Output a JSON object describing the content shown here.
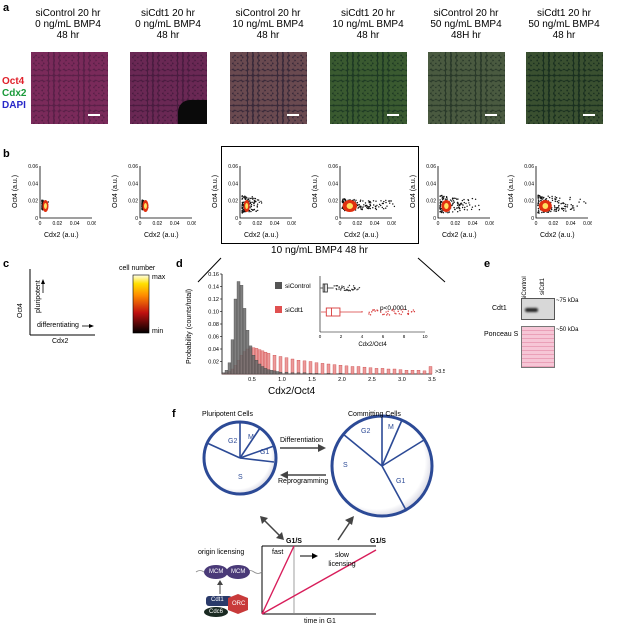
{
  "panels": {
    "a": "a",
    "b": "b",
    "c": "c",
    "d": "d",
    "e": "e",
    "f": "f"
  },
  "panel_a": {
    "headers": [
      {
        "line1": "siControl 20 hr",
        "line2": "0 ng/mL BMP4",
        "line3": "48 hr"
      },
      {
        "line1": "siCdt1 20 hr",
        "line2": "0 ng/mL BMP4",
        "line3": "48 hr"
      },
      {
        "line1": "siControl 20 hr",
        "line2": "10 ng/mL BMP4",
        "line3": "48 hr"
      },
      {
        "line1": "siCdt1 20 hr",
        "line2": "10 ng/mL BMP4",
        "line3": "48 hr"
      },
      {
        "line1": "siControl 20 hr",
        "line2": "50 ng/mL BMP4",
        "line3": "48H hr"
      },
      {
        "line1": "siCdt1 20 hr",
        "line2": "50 ng/mL BMP4",
        "line3": "48 hr"
      }
    ],
    "legend": {
      "oct4": "Oct4",
      "cdx2": "Cdx2",
      "dapi": "DAPI"
    },
    "colors": {
      "oct4": "#e0202a",
      "cdx2": "#1a9a3a",
      "dapi": "#2828c8"
    }
  },
  "panel_b": {
    "ylabel": "Oct4 (a.u.)",
    "xlabel": "Cdx2 (a.u.)",
    "yticks": [
      "0.06",
      "0.04",
      "0.02",
      "0"
    ],
    "xticks": [
      "0",
      "0.02",
      "0.04",
      "0.06"
    ],
    "caption": "10 ng/mL BMP4 48 hr"
  },
  "panel_c": {
    "ylabel": "Oct4",
    "xlabel": "Cdx2",
    "pluripotent": "pluripotent",
    "differentiating": "differentiating",
    "colorbar_title": "cell number",
    "max": "max",
    "min": "min"
  },
  "panel_d": {
    "ylabel": "Probability (counts/total)",
    "xlabel": "Cdx2/Oct4",
    "yticks": [
      "0.16",
      "0.14",
      "0.12",
      "0.10",
      "0.08",
      "0.06",
      "0.04",
      "0.02"
    ],
    "xticks": [
      "0.5",
      "1.0",
      "1.5",
      "2.0",
      "2.5",
      "3.0",
      "3.5"
    ],
    "overflow": ">3.5",
    "legend": [
      "siControl",
      "siCdt1"
    ],
    "pvalue": "p<0.0001",
    "inset_xlabel": "Cdx2/Oct4",
    "inset_xticks": [
      "0",
      "2",
      "4",
      "6",
      "8",
      "10"
    ],
    "colors": {
      "control": "#555555",
      "cdt1": "#d83a3a"
    }
  },
  "panel_e": {
    "lanes": [
      "siControl",
      "siCdt1"
    ],
    "rows": [
      "Cdt1",
      "Ponceau S"
    ],
    "markers": [
      "~75 kDa",
      "~50 kDa"
    ]
  },
  "panel_f": {
    "pluripotent": "Pluripotent Cells",
    "committing": "Committing Cells",
    "differentiation": "Differentiation",
    "reprogramming": "Reprogramming",
    "phases": {
      "g2": "G2",
      "m": "M",
      "g1": "G1",
      "s": "S"
    },
    "origin": "origin licensing",
    "mcm": "MCM",
    "cdt1": "Cdt1",
    "cdc6": "Cdc6",
    "orc": "ORC",
    "g1s": "G1/S",
    "fast": "fast",
    "slow": "slow licensing",
    "time": "time in G1"
  },
  "chart_data": [
    {
      "type": "bar",
      "title": "",
      "xlabel": "Cdx2/Oct4",
      "ylabel": "Probability (counts/total)",
      "ylim": [
        0,
        0.16
      ],
      "xlim": [
        0,
        3.5
      ],
      "bin_width": 0.05,
      "series": [
        {
          "name": "siControl",
          "x": [
            0.05,
            0.1,
            0.15,
            0.2,
            0.25,
            0.3,
            0.35,
            0.4,
            0.45,
            0.5,
            0.55,
            0.6,
            0.65,
            0.7,
            0.75,
            0.8,
            0.85,
            0.9,
            0.95,
            1.0,
            1.1,
            1.2,
            1.3,
            1.4,
            1.5,
            1.6,
            1.8,
            2.0
          ],
          "values": [
            0.002,
            0.006,
            0.018,
            0.055,
            0.12,
            0.148,
            0.142,
            0.105,
            0.07,
            0.045,
            0.03,
            0.022,
            0.016,
            0.012,
            0.009,
            0.007,
            0.006,
            0.005,
            0.004,
            0.003,
            0.003,
            0.002,
            0.002,
            0.002,
            0.001,
            0.001,
            0.001,
            0.001
          ]
        },
        {
          "name": "siCdt1",
          "x": [
            0.05,
            0.1,
            0.15,
            0.2,
            0.25,
            0.3,
            0.35,
            0.4,
            0.45,
            0.5,
            0.55,
            0.6,
            0.65,
            0.7,
            0.75,
            0.8,
            0.9,
            1.0,
            1.1,
            1.2,
            1.3,
            1.4,
            1.5,
            1.6,
            1.7,
            1.8,
            1.9,
            2.0,
            2.1,
            2.2,
            2.3,
            2.4,
            2.5,
            2.6,
            2.7,
            2.8,
            2.9,
            3.0,
            3.1,
            3.2,
            3.3,
            3.4,
            3.5
          ],
          "values": [
            0.001,
            0.002,
            0.004,
            0.008,
            0.014,
            0.022,
            0.03,
            0.036,
            0.04,
            0.042,
            0.042,
            0.041,
            0.039,
            0.037,
            0.035,
            0.033,
            0.03,
            0.028,
            0.026,
            0.024,
            0.022,
            0.021,
            0.02,
            0.018,
            0.017,
            0.016,
            0.015,
            0.014,
            0.013,
            0.012,
            0.012,
            0.011,
            0.01,
            0.009,
            0.009,
            0.008,
            0.008,
            0.007,
            0.006,
            0.006,
            0.006,
            0.005,
            0.012
          ]
        }
      ]
    },
    {
      "type": "box",
      "xlabel": "Cdx2/Oct4",
      "xlim": [
        0,
        10
      ],
      "series": [
        {
          "name": "siControl",
          "q1": 0.3,
          "median": 0.45,
          "q3": 0.7,
          "whisker_low": 0.05,
          "whisker_high": 1.3
        },
        {
          "name": "siCdt1",
          "q1": 0.6,
          "median": 1.1,
          "q3": 1.9,
          "whisker_low": 0.1,
          "whisker_high": 4.0
        }
      ]
    }
  ]
}
